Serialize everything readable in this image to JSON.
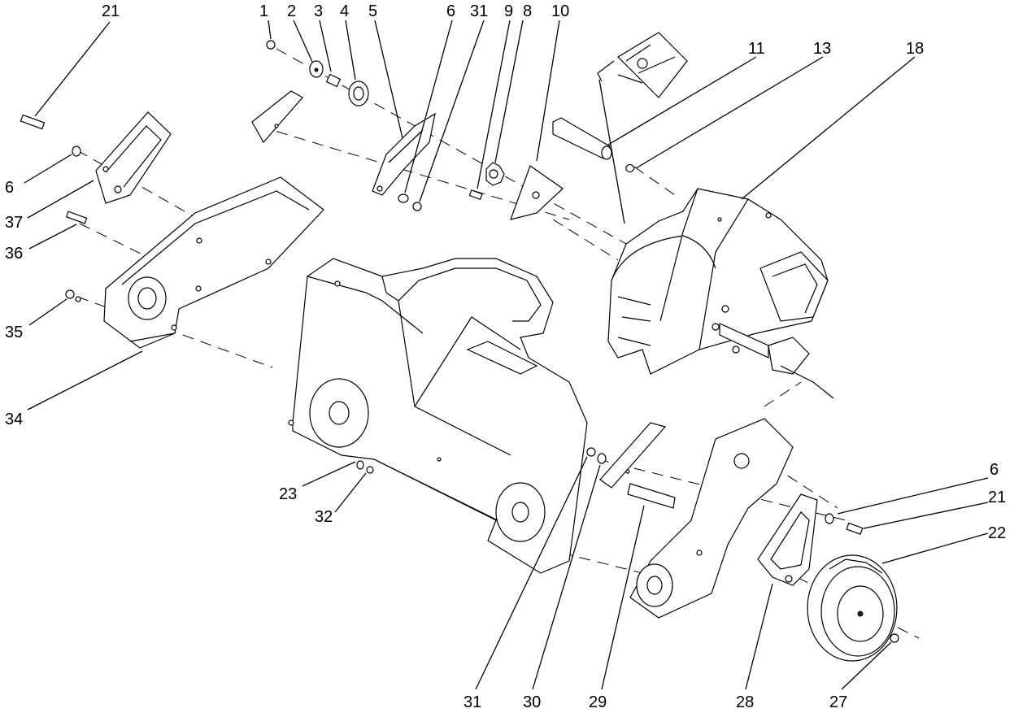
{
  "callouts": [
    {
      "id": "c21a",
      "label": "21"
    },
    {
      "id": "c6a",
      "label": "6"
    },
    {
      "id": "c37",
      "label": "37"
    },
    {
      "id": "c36",
      "label": "36"
    },
    {
      "id": "c35",
      "label": "35"
    },
    {
      "id": "c34",
      "label": "34"
    },
    {
      "id": "c1",
      "label": "1"
    },
    {
      "id": "c2",
      "label": "2"
    },
    {
      "id": "c3",
      "label": "3"
    },
    {
      "id": "c4",
      "label": "4"
    },
    {
      "id": "c5",
      "label": "5"
    },
    {
      "id": "c6b",
      "label": "6"
    },
    {
      "id": "c31a",
      "label": "31"
    },
    {
      "id": "c9",
      "label": "9"
    },
    {
      "id": "c8",
      "label": "8"
    },
    {
      "id": "c10",
      "label": "10"
    },
    {
      "id": "c11",
      "label": "11"
    },
    {
      "id": "c13",
      "label": "13"
    },
    {
      "id": "c18",
      "label": "18"
    },
    {
      "id": "c23",
      "label": "23"
    },
    {
      "id": "c32",
      "label": "32"
    },
    {
      "id": "c6c",
      "label": "6"
    },
    {
      "id": "c21b",
      "label": "21"
    },
    {
      "id": "c22",
      "label": "22"
    },
    {
      "id": "c31b",
      "label": "31"
    },
    {
      "id": "c30",
      "label": "30"
    },
    {
      "id": "c29",
      "label": "29"
    },
    {
      "id": "c28",
      "label": "28"
    },
    {
      "id": "c27",
      "label": "27"
    }
  ]
}
